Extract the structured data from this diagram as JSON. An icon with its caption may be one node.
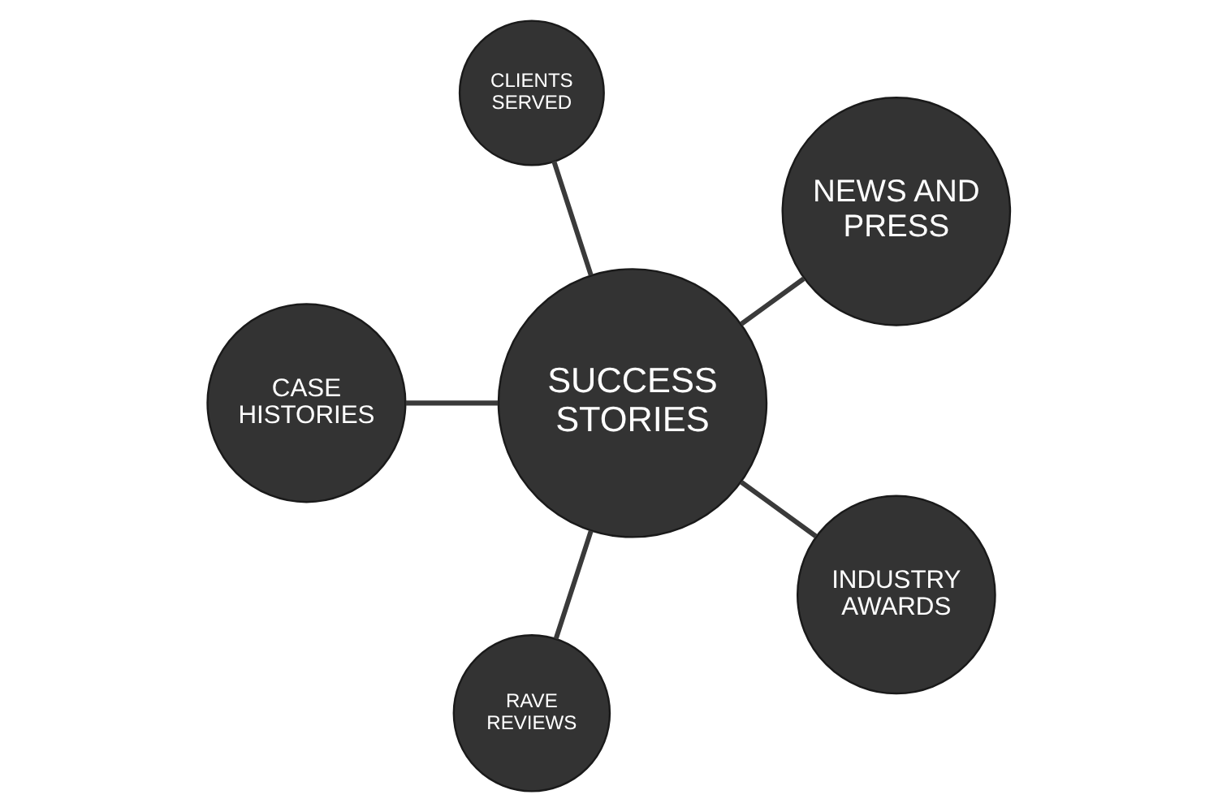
{
  "diagram": {
    "nodes": [
      {
        "text": [
          "SUCCESS STORIES"
        ]
      },
      {
        "text": [
          "NEWS AND PRESS"
        ]
      },
      {
        "text": [
          "CLIENTS SERVED"
        ]
      },
      {
        "text": [
          "CASE HISTORIES"
        ]
      },
      {
        "text": [
          "RAVE REVIEWS"
        ]
      },
      {
        "text": [
          "INDUSTRY AWARDS"
        ]
      }
    ],
    "edges": [
      {
        "from": 0,
        "to": 1,
        "arrow": "none"
      },
      {
        "from": 0,
        "to": 2,
        "arrow": "none"
      },
      {
        "from": 0,
        "to": 3,
        "arrow": "none"
      },
      {
        "from": 0,
        "to": 4,
        "arrow": "none"
      },
      {
        "from": 0,
        "to": 5,
        "arrow": "none"
      }
    ]
  }
}
